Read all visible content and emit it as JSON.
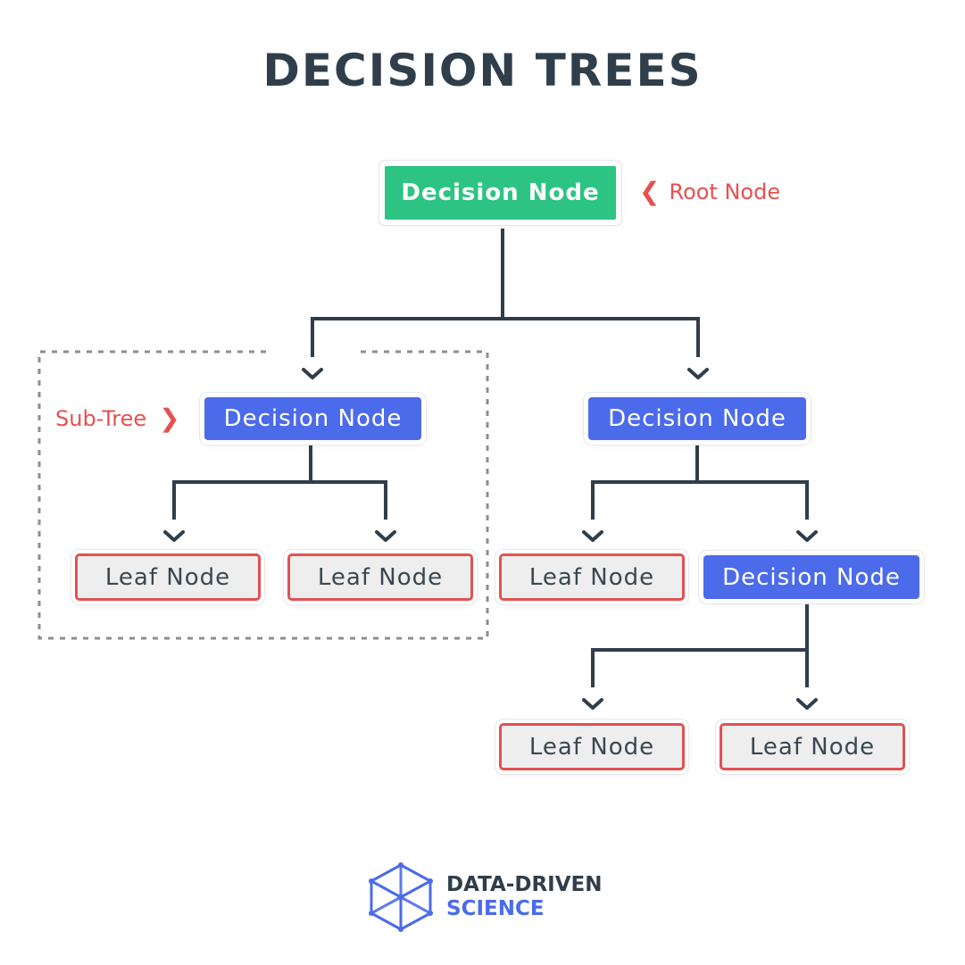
{
  "title": "DECISION TREES",
  "nodes": {
    "root": "Decision Node",
    "left_decision": "Decision Node",
    "right_decision": "Decision Node",
    "right_child_decision": "Decision Node",
    "leaf_1": "Leaf Node",
    "leaf_2": "Leaf Node",
    "leaf_3": "Leaf Node",
    "leaf_4": "Leaf Node",
    "leaf_5": "Leaf Node"
  },
  "annotations": {
    "root_label": "Root Node",
    "subtree_label": "Sub-Tree"
  },
  "logo": {
    "line1": "DATA-DRIVEN",
    "line2": "SCIENCE"
  },
  "colors": {
    "title": "#2f3e4a",
    "root_node": "#2dc483",
    "decision_node": "#4c6bea",
    "leaf_border": "#e25152",
    "annotation": "#e55150",
    "connector": "#2f3e4a"
  },
  "icons": {
    "arrow": "chevron-down-icon",
    "root_pointer": "chevron-left-icon",
    "subtree_pointer": "chevron-right-icon",
    "logo": "hexagon-cube-logo"
  }
}
